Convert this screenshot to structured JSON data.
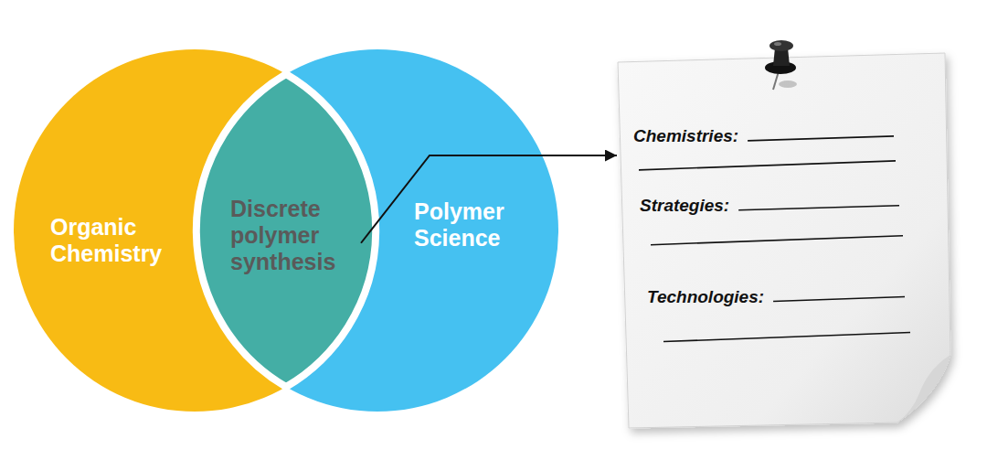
{
  "diagram": {
    "nodes": [
      {
        "text": [
          "Organic Chemistry"
        ]
      },
      {
        "text": [
          "Discrete polymer synthesis"
        ]
      },
      {
        "text": [
          "Polymer Science"
        ]
      },
      {
        "text": [
          "Chemistries:",
          "Strategies:",
          "Technologies:"
        ]
      }
    ],
    "edges": [
      {
        "from": 1,
        "to": 3,
        "arrow": "to"
      }
    ]
  }
}
